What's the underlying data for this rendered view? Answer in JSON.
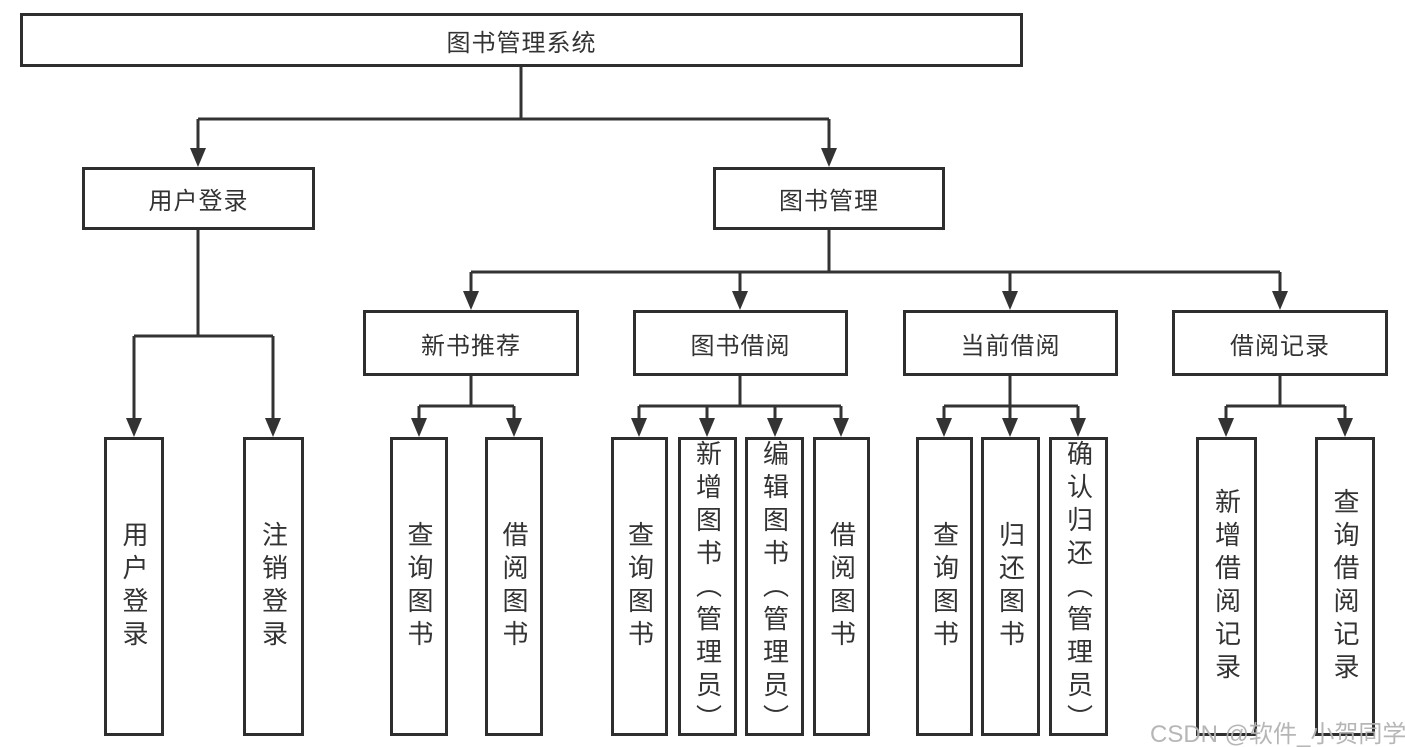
{
  "diagram": {
    "title": "图书管理系统",
    "root": {
      "label": "图书管理系统"
    },
    "level2": [
      {
        "label": "用户登录"
      },
      {
        "label": "图书管理"
      }
    ],
    "level3": [
      {
        "label": "新书推荐"
      },
      {
        "label": "图书借阅"
      },
      {
        "label": "当前借阅"
      },
      {
        "label": "借阅记录"
      }
    ],
    "leaves_user": [
      {
        "label": "用户登录"
      },
      {
        "label": "注销登录"
      }
    ],
    "leaves_recommend": [
      {
        "label": "查询图书"
      },
      {
        "label": "借阅图书"
      }
    ],
    "leaves_borrow": [
      {
        "label": "查询图书"
      },
      {
        "label": "新增图书（管理员）"
      },
      {
        "label": "编辑图书（管理员）"
      },
      {
        "label": "借阅图书"
      }
    ],
    "leaves_current": [
      {
        "label": "查询图书"
      },
      {
        "label": "归还图书"
      },
      {
        "label": "确认归还（管理员）"
      }
    ],
    "leaves_records": [
      {
        "label": "新增借阅记录"
      },
      {
        "label": "查询借阅记录"
      }
    ]
  },
  "watermark": "CSDN @软件_小贺同学",
  "colors": {
    "line": "#333333",
    "box_border": "#2e2e2e",
    "text": "#333333",
    "background": "#ffffff",
    "watermark": "#b2b2b2"
  }
}
